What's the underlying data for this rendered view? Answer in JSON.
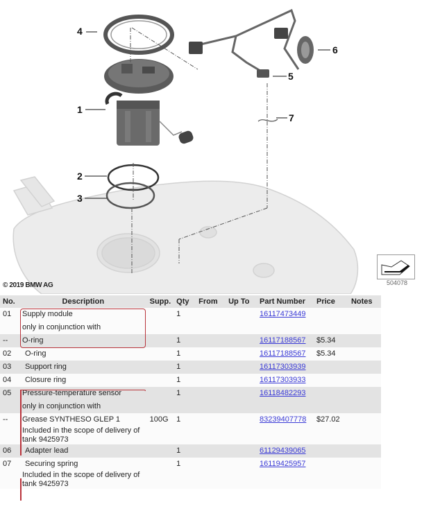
{
  "diagram": {
    "callouts": [
      "1",
      "2",
      "3",
      "4",
      "5",
      "6",
      "7"
    ],
    "copyright": "© 2019 BMW AG",
    "image_id": "504078",
    "nav_icon": "arrow-back-icon"
  },
  "table": {
    "headers": {
      "no": "No.",
      "description": "Description",
      "supp": "Supp.",
      "qty": "Qty",
      "from": "From",
      "up_to": "Up To",
      "part_number": "Part Number",
      "price": "Price",
      "notes": "Notes"
    },
    "rows": [
      {
        "no": "01",
        "description": "Supply module",
        "supp": "",
        "qty": "1",
        "part_number": "16117473449",
        "price": "",
        "note": "only in conjunction with"
      },
      {
        "no": "--",
        "description": "O-ring",
        "supp": "",
        "qty": "1",
        "part_number": "16117188567",
        "price": "$5.34"
      },
      {
        "no": "02",
        "description": "O-ring",
        "supp": "",
        "qty": "1",
        "part_number": "16117188567",
        "price": "$5.34"
      },
      {
        "no": "03",
        "description": "Support ring",
        "supp": "",
        "qty": "1",
        "part_number": "16117303939",
        "price": ""
      },
      {
        "no": "04",
        "description": "Closure ring",
        "supp": "",
        "qty": "1",
        "part_number": "16117303933",
        "price": ""
      },
      {
        "no": "05",
        "description": "Pressure-temperature sensor",
        "supp": "",
        "qty": "1",
        "part_number": "16118482293",
        "price": "",
        "note": "only in conjunction with"
      },
      {
        "no": "--",
        "description": "Grease SYNTHESO GLEP 1",
        "supp": "100G",
        "qty": "1",
        "part_number": "83239407778",
        "price": "$27.02",
        "note": "Included in the scope of delivery of tank 9425973"
      },
      {
        "no": "06",
        "description": "Adapter lead",
        "supp": "",
        "qty": "1",
        "part_number": "61129439065",
        "price": ""
      },
      {
        "no": "07",
        "description": "Securing spring",
        "supp": "",
        "qty": "1",
        "part_number": "16119425957",
        "price": "",
        "note": "Included in the scope of delivery of tank 9425973"
      }
    ]
  },
  "colors": {
    "header_bg": "#e3e3e3",
    "link": "#3a3ad6",
    "bracket": "#b8323a"
  }
}
